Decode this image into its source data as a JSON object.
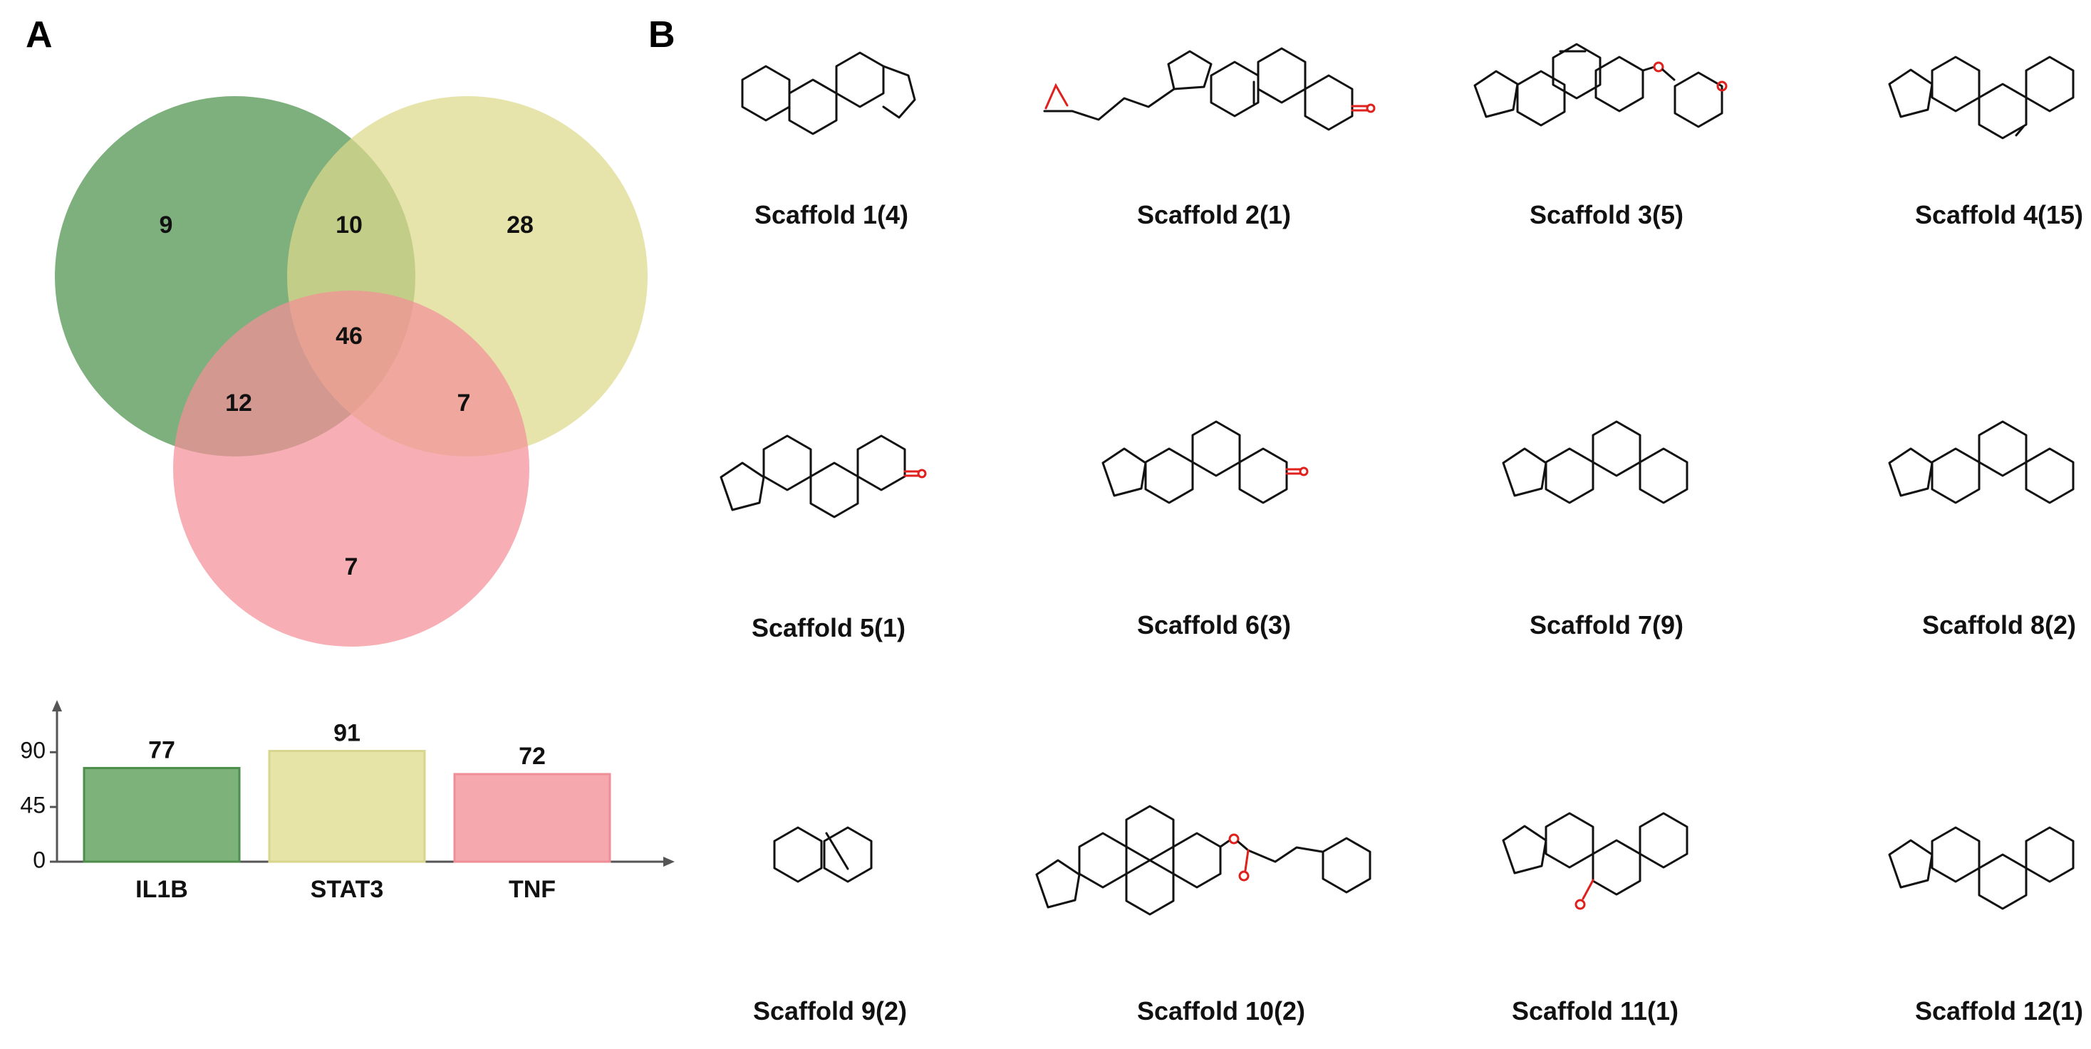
{
  "panels": {
    "a_label": "A",
    "b_label": "B"
  },
  "colors": {
    "il1b": "#5a9a5a",
    "stat3": "#ddd98a",
    "tnf": "#f49098"
  },
  "venn": {
    "regions": {
      "only_il1b": "9",
      "il1b_stat3": "10",
      "only_stat3": "28",
      "all_three": "46",
      "il1b_tnf": "12",
      "stat3_tnf": "7",
      "only_tnf": "7"
    }
  },
  "chart_data": {
    "type": "bar",
    "categories": [
      "IL1B",
      "STAT3",
      "TNF"
    ],
    "values": [
      77,
      91,
      72
    ],
    "ylim": [
      0,
      120
    ],
    "yticks": [
      0,
      45,
      90
    ],
    "ytick_labels": [
      "0",
      "45",
      "90"
    ],
    "colors": [
      "#7db37a",
      "#e6e4a7",
      "#f5a8ae"
    ],
    "edge_colors": [
      "#4e8e4d",
      "#d8d58e",
      "#ee8e96"
    ],
    "title": "",
    "xlabel": "",
    "ylabel": "",
    "grid": false
  },
  "scaffolds": [
    "Scaffold 1(4)",
    "Scaffold 2(1)",
    "Scaffold 3(5)",
    "Scaffold 4(15)",
    "Scaffold 5(1)",
    "Scaffold 6(3)",
    "Scaffold 7(9)",
    "Scaffold 8(2)",
    "Scaffold 9(2)",
    "Scaffold 10(2)",
    "Scaffold 11(1)",
    "Scaffold 12(1)"
  ],
  "structure_atoms": {
    "oxygen": "O"
  }
}
